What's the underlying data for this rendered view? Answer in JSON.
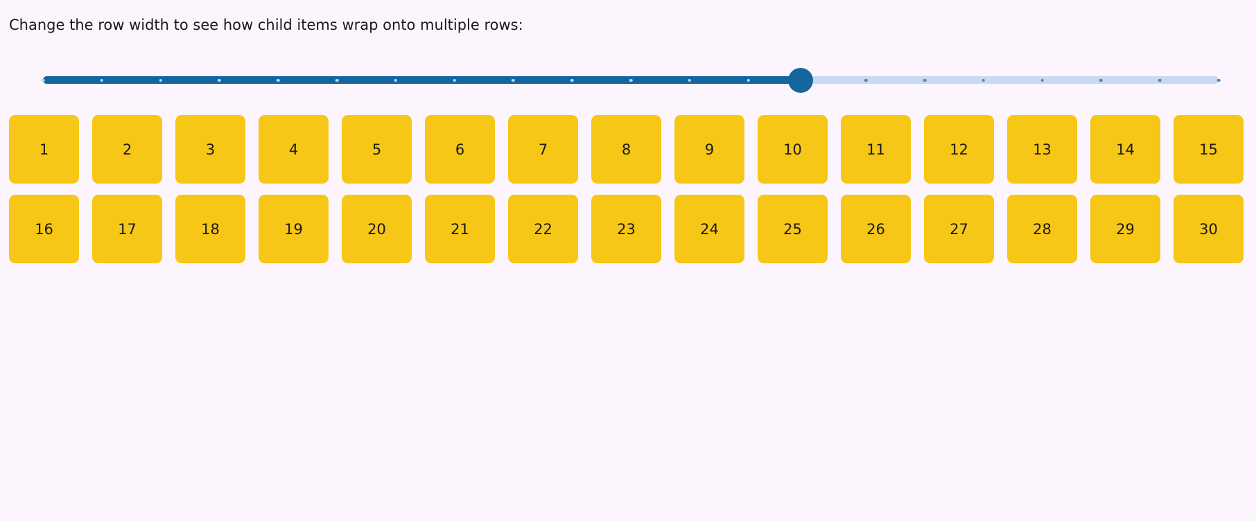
{
  "instruction": {
    "text": "Change the row width to see how child items wrap onto multiple rows:"
  },
  "slider": {
    "name": "row-width-slider",
    "orientation": "horizontal",
    "value_fraction": 0.644,
    "tick_count": 21,
    "filled_color": "#15659f",
    "rail_color": "#c6dbef",
    "thumb_color": "#15659f"
  },
  "items": {
    "count": 30,
    "box_color": "#f6c717",
    "label_color": "#1c1a14",
    "labels": [
      "1",
      "2",
      "3",
      "4",
      "5",
      "6",
      "7",
      "8",
      "9",
      "10",
      "11",
      "12",
      "13",
      "14",
      "15",
      "16",
      "17",
      "18",
      "19",
      "20",
      "21",
      "22",
      "23",
      "24",
      "25",
      "26",
      "27",
      "28",
      "29",
      "30"
    ]
  },
  "colors": {
    "background": "#fdf5fe",
    "text": "#19171c"
  }
}
